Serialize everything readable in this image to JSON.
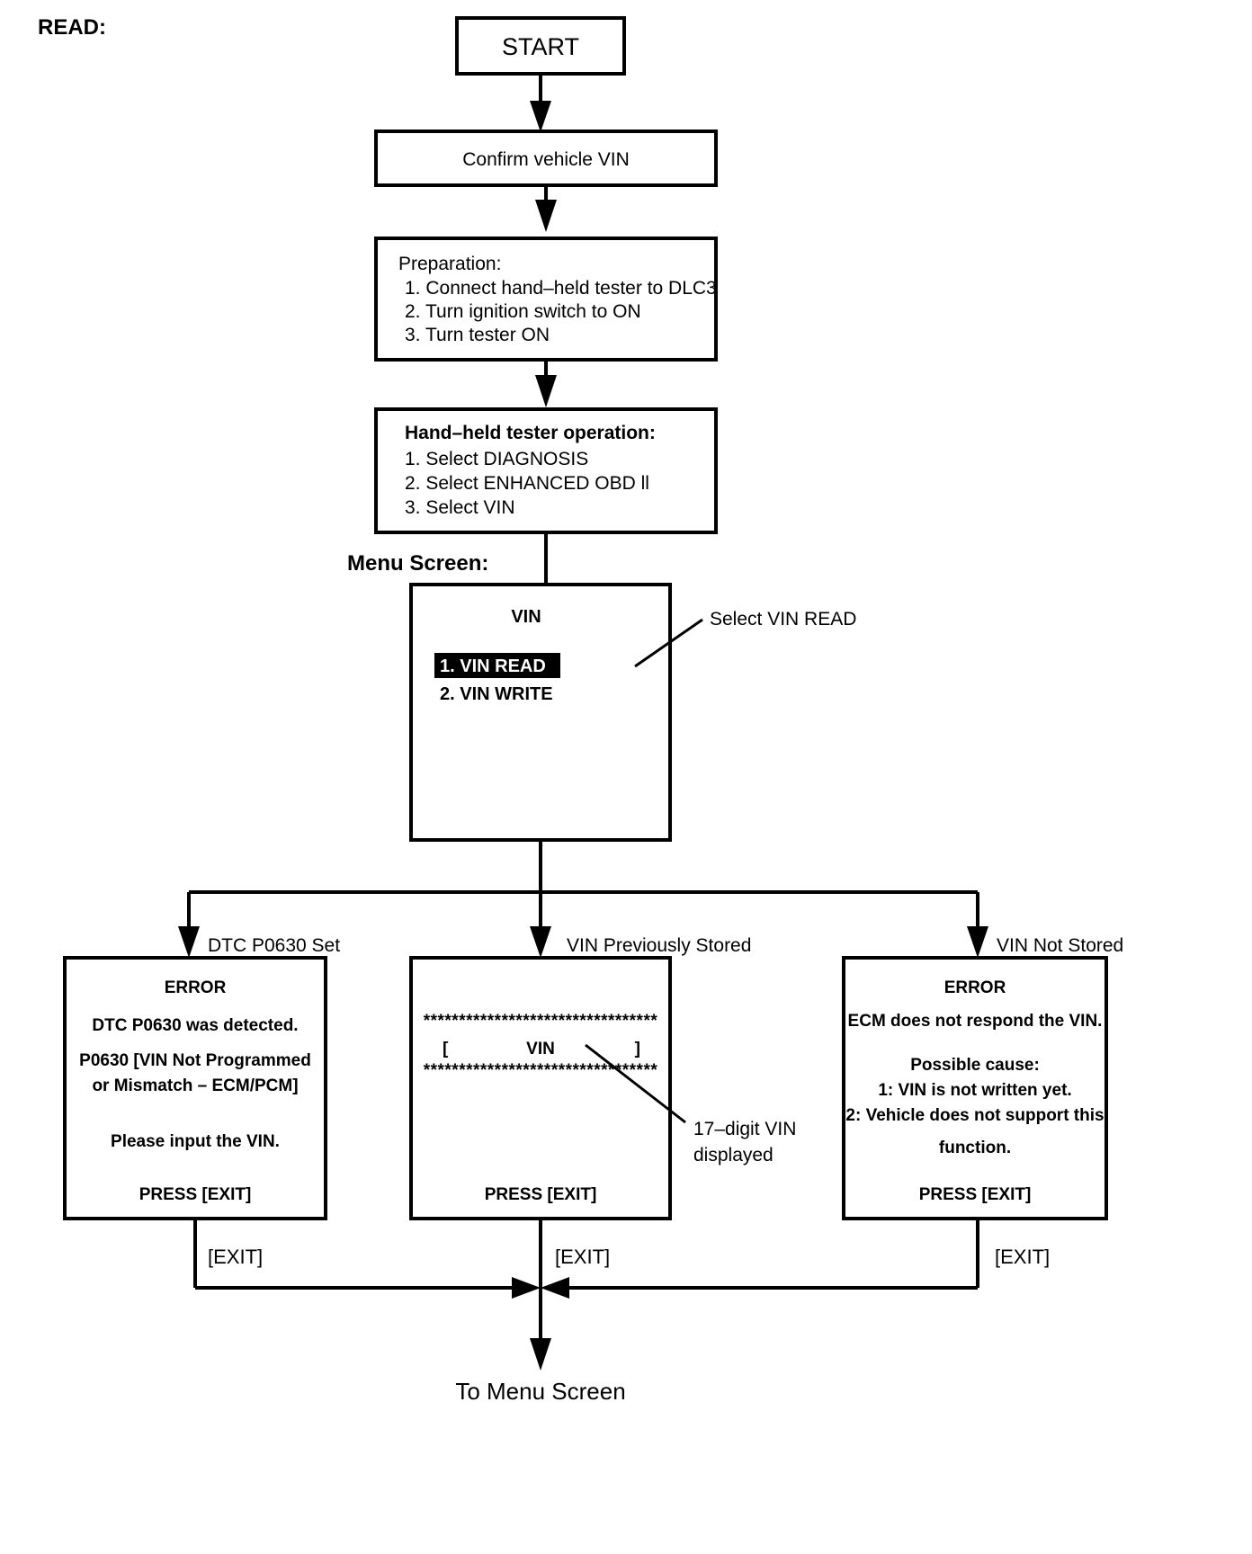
{
  "header": {
    "label": "READ:"
  },
  "section_labels": {
    "menu_screen": "Menu Screen:"
  },
  "nodes": {
    "start": {
      "label": "START"
    },
    "confirm_vin": {
      "label": "Confirm vehicle VIN"
    },
    "preparation": {
      "title": "Preparation:",
      "steps": [
        "1. Connect hand–held tester to DLC3",
        "2. Turn ignition switch to ON",
        "3. Turn tester ON"
      ]
    },
    "tester_operation": {
      "title": "Hand–held tester operation:",
      "steps": [
        "1. Select DIAGNOSIS",
        "2. Select ENHANCED OBD ll",
        "3. Select VIN"
      ]
    },
    "menu_screen": {
      "title": "VIN",
      "items": [
        {
          "label": "1. VIN READ",
          "selected": true
        },
        {
          "label": "2. VIN WRITE",
          "selected": false
        }
      ],
      "annotation": "Select VIN READ"
    },
    "error_dtc": {
      "branch_label": "DTC P0630 Set",
      "title": "ERROR",
      "lines": [
        "DTC P0630 was detected.",
        "P0630  [VIN Not Programmed",
        "or Mismatch – ECM/PCM]",
        "Please input the VIN."
      ],
      "footer": "PRESS [EXIT]"
    },
    "vin_stored": {
      "branch_label": "VIN Previously Stored",
      "stars": "*********************************",
      "bracket_open": "[",
      "vin_text": "VIN",
      "bracket_close": "]",
      "annotation_line1": "17–digit VIN",
      "annotation_line2": "displayed",
      "footer": "PRESS [EXIT]"
    },
    "vin_not_stored": {
      "branch_label": "VIN Not Stored",
      "title": "ERROR",
      "lines": [
        "ECM does not respond the VIN.",
        "Possible cause:",
        "1: VIN is not written yet.",
        "2: Vehicle does not support this",
        "function."
      ],
      "footer": "PRESS [EXIT]"
    }
  },
  "edges": {
    "exit_left": "[EXIT]",
    "exit_middle": "[EXIT]",
    "exit_right": "[EXIT]",
    "to_menu_screen": "To Menu Screen"
  },
  "colors": {
    "stroke": "#000000",
    "background": "#ffffff",
    "highlight_bg": "#000000",
    "highlight_fg": "#ffffff"
  }
}
